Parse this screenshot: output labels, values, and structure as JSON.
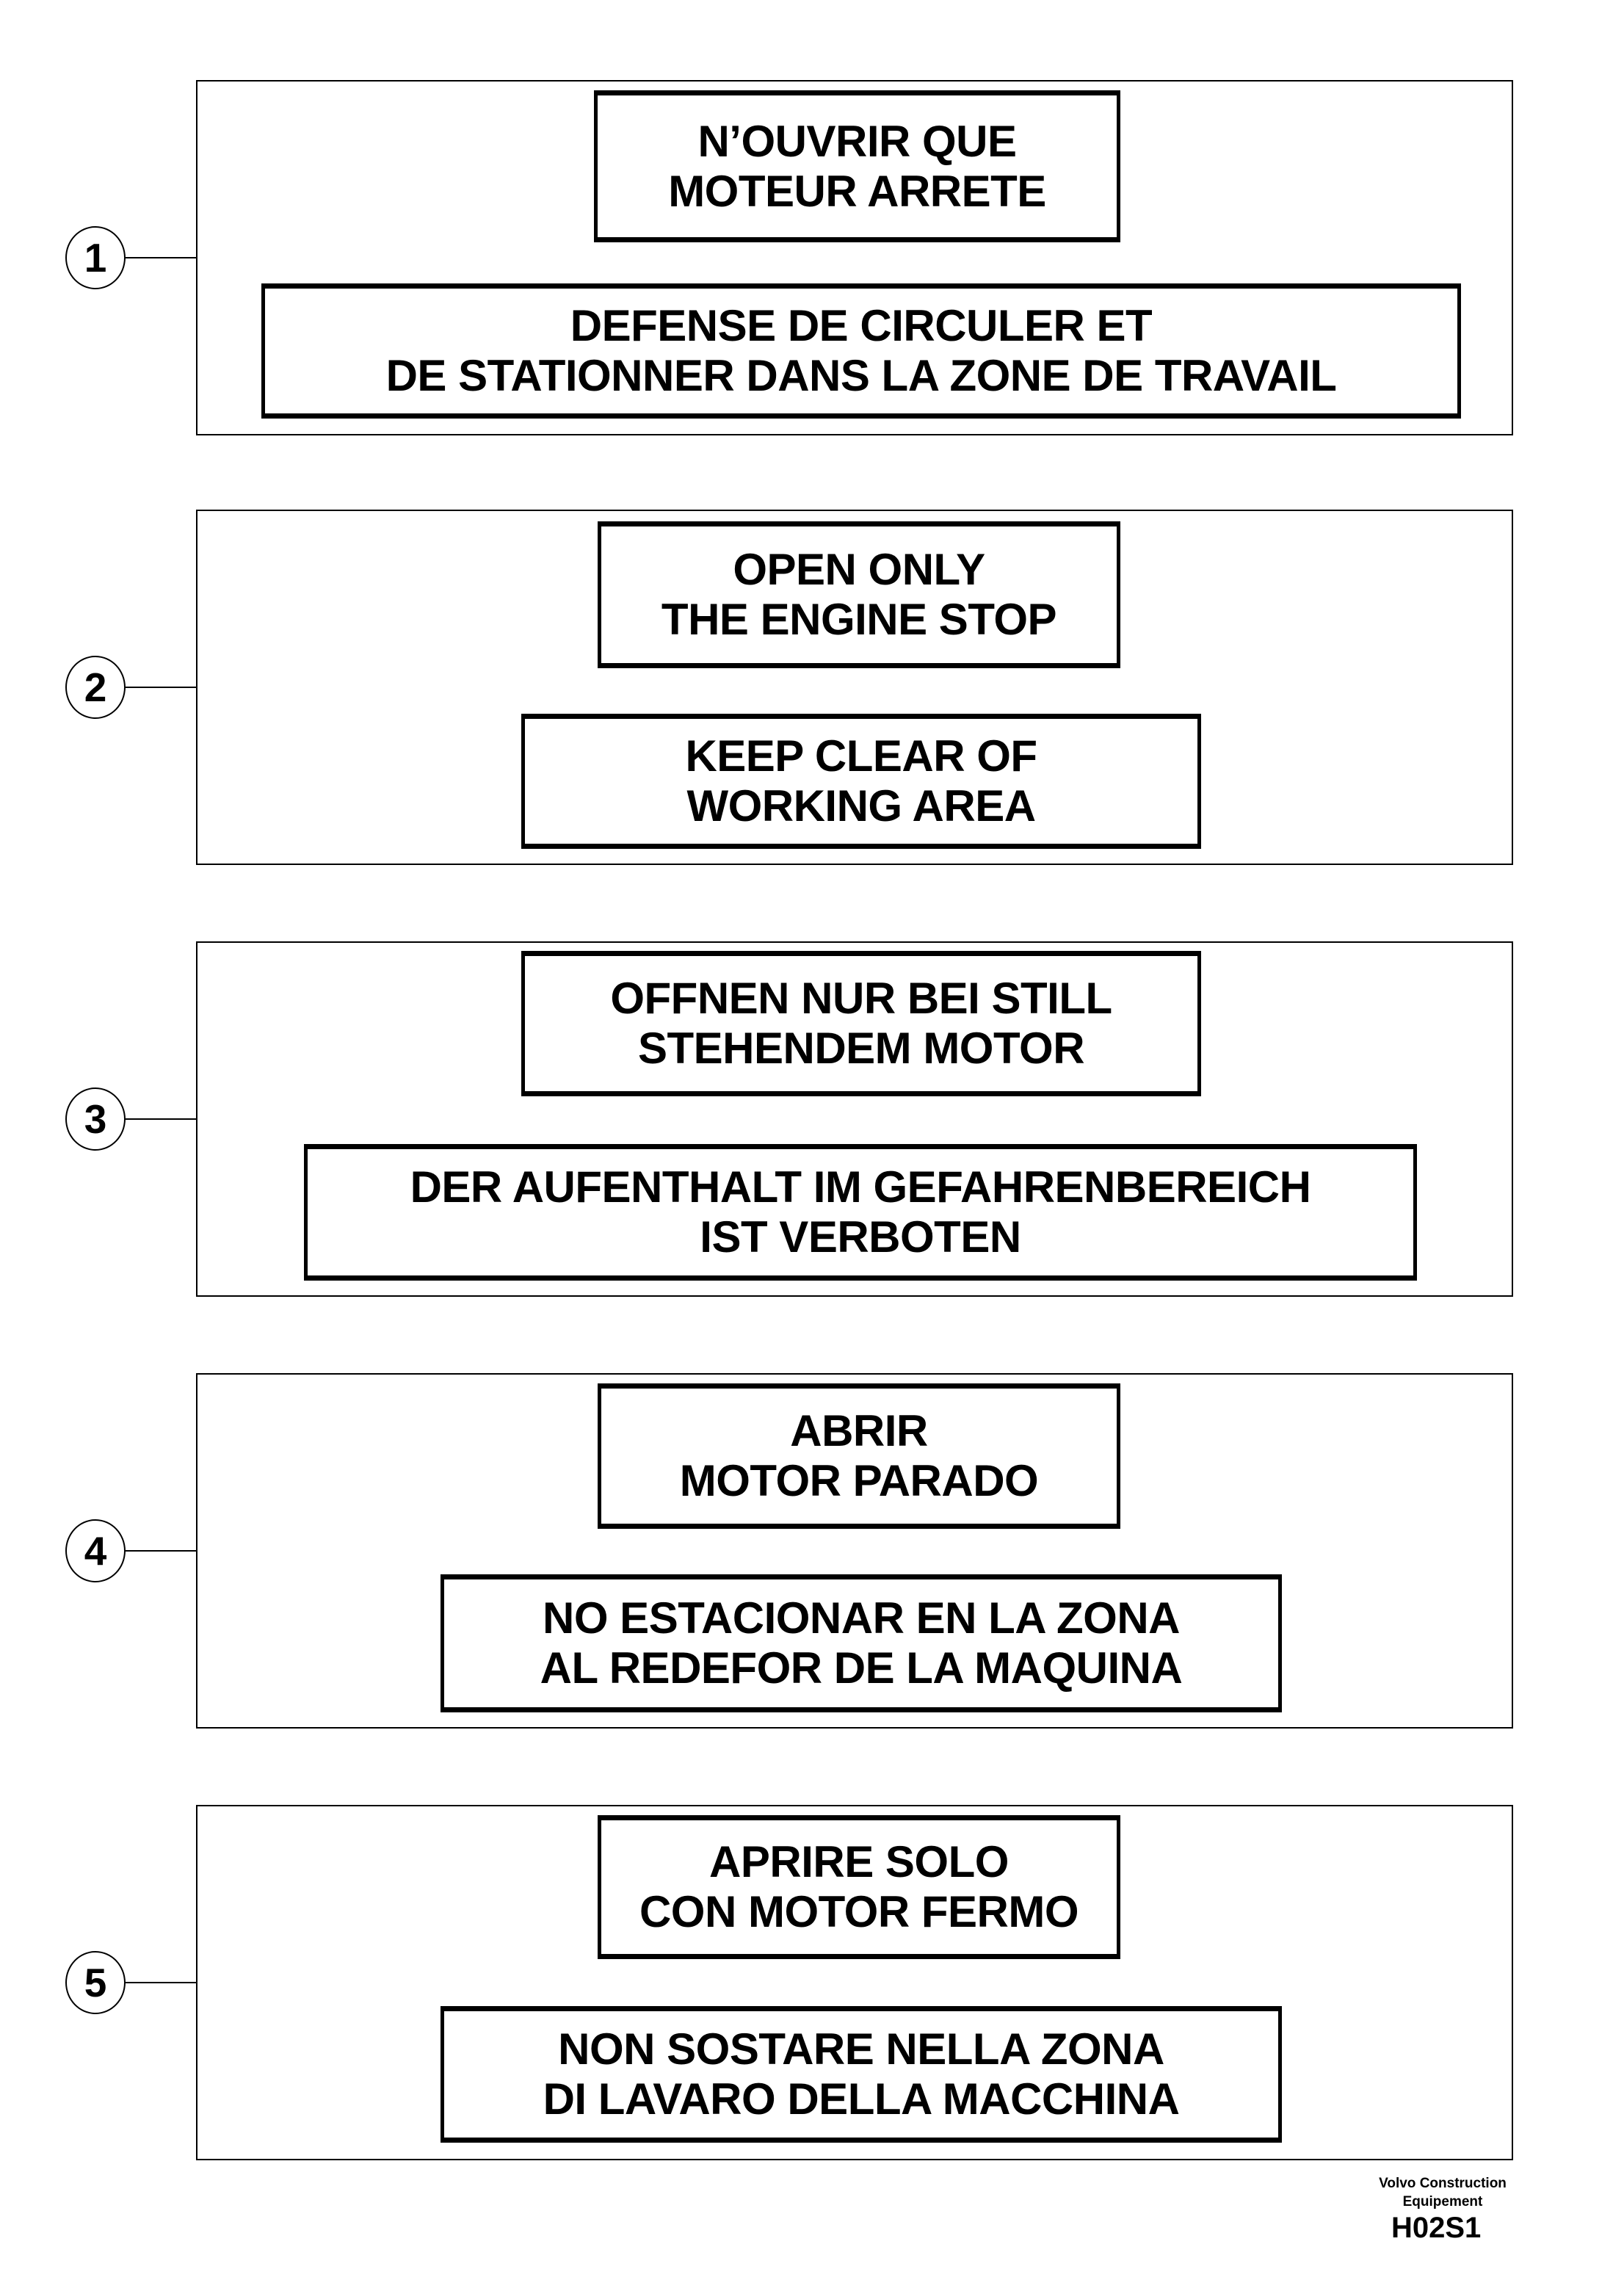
{
  "colors": {
    "ink": "#000000",
    "paper": "#ffffff"
  },
  "sections": [
    {
      "number": "1",
      "top_sign": [
        "N’OUVRIR QUE",
        "MOTEUR ARRETE"
      ],
      "bottom_sign": [
        "DEFENSE DE CIRCULER ET",
        "DE STATIONNER DANS LA ZONE DE TRAVAIL"
      ]
    },
    {
      "number": "2",
      "top_sign": [
        "OPEN ONLY",
        "THE ENGINE STOP"
      ],
      "bottom_sign": [
        "KEEP CLEAR OF",
        "WORKING AREA"
      ]
    },
    {
      "number": "3",
      "top_sign": [
        "OFFNEN NUR BEI STILL",
        "STEHENDEM MOTOR"
      ],
      "bottom_sign": [
        "DER AUFENTHALT IM GEFAHRENBEREICH",
        "IST VERBOTEN"
      ]
    },
    {
      "number": "4",
      "top_sign": [
        "ABRIR",
        "MOTOR PARADO"
      ],
      "bottom_sign": [
        "NO ESTACIONAR EN LA ZONA",
        "AL REDEFOR DE LA MAQUINA"
      ]
    },
    {
      "number": "5",
      "top_sign": [
        "APRIRE SOLO",
        "CON MOTOR FERMO"
      ],
      "bottom_sign": [
        "NON SOSTARE NELLA ZONA",
        "DI LAVARO DELLA MACCHINA"
      ]
    }
  ],
  "footer": {
    "brand_line1": "Volvo Construction",
    "brand_line2": "Equipement",
    "doc_code": "H02S1"
  }
}
